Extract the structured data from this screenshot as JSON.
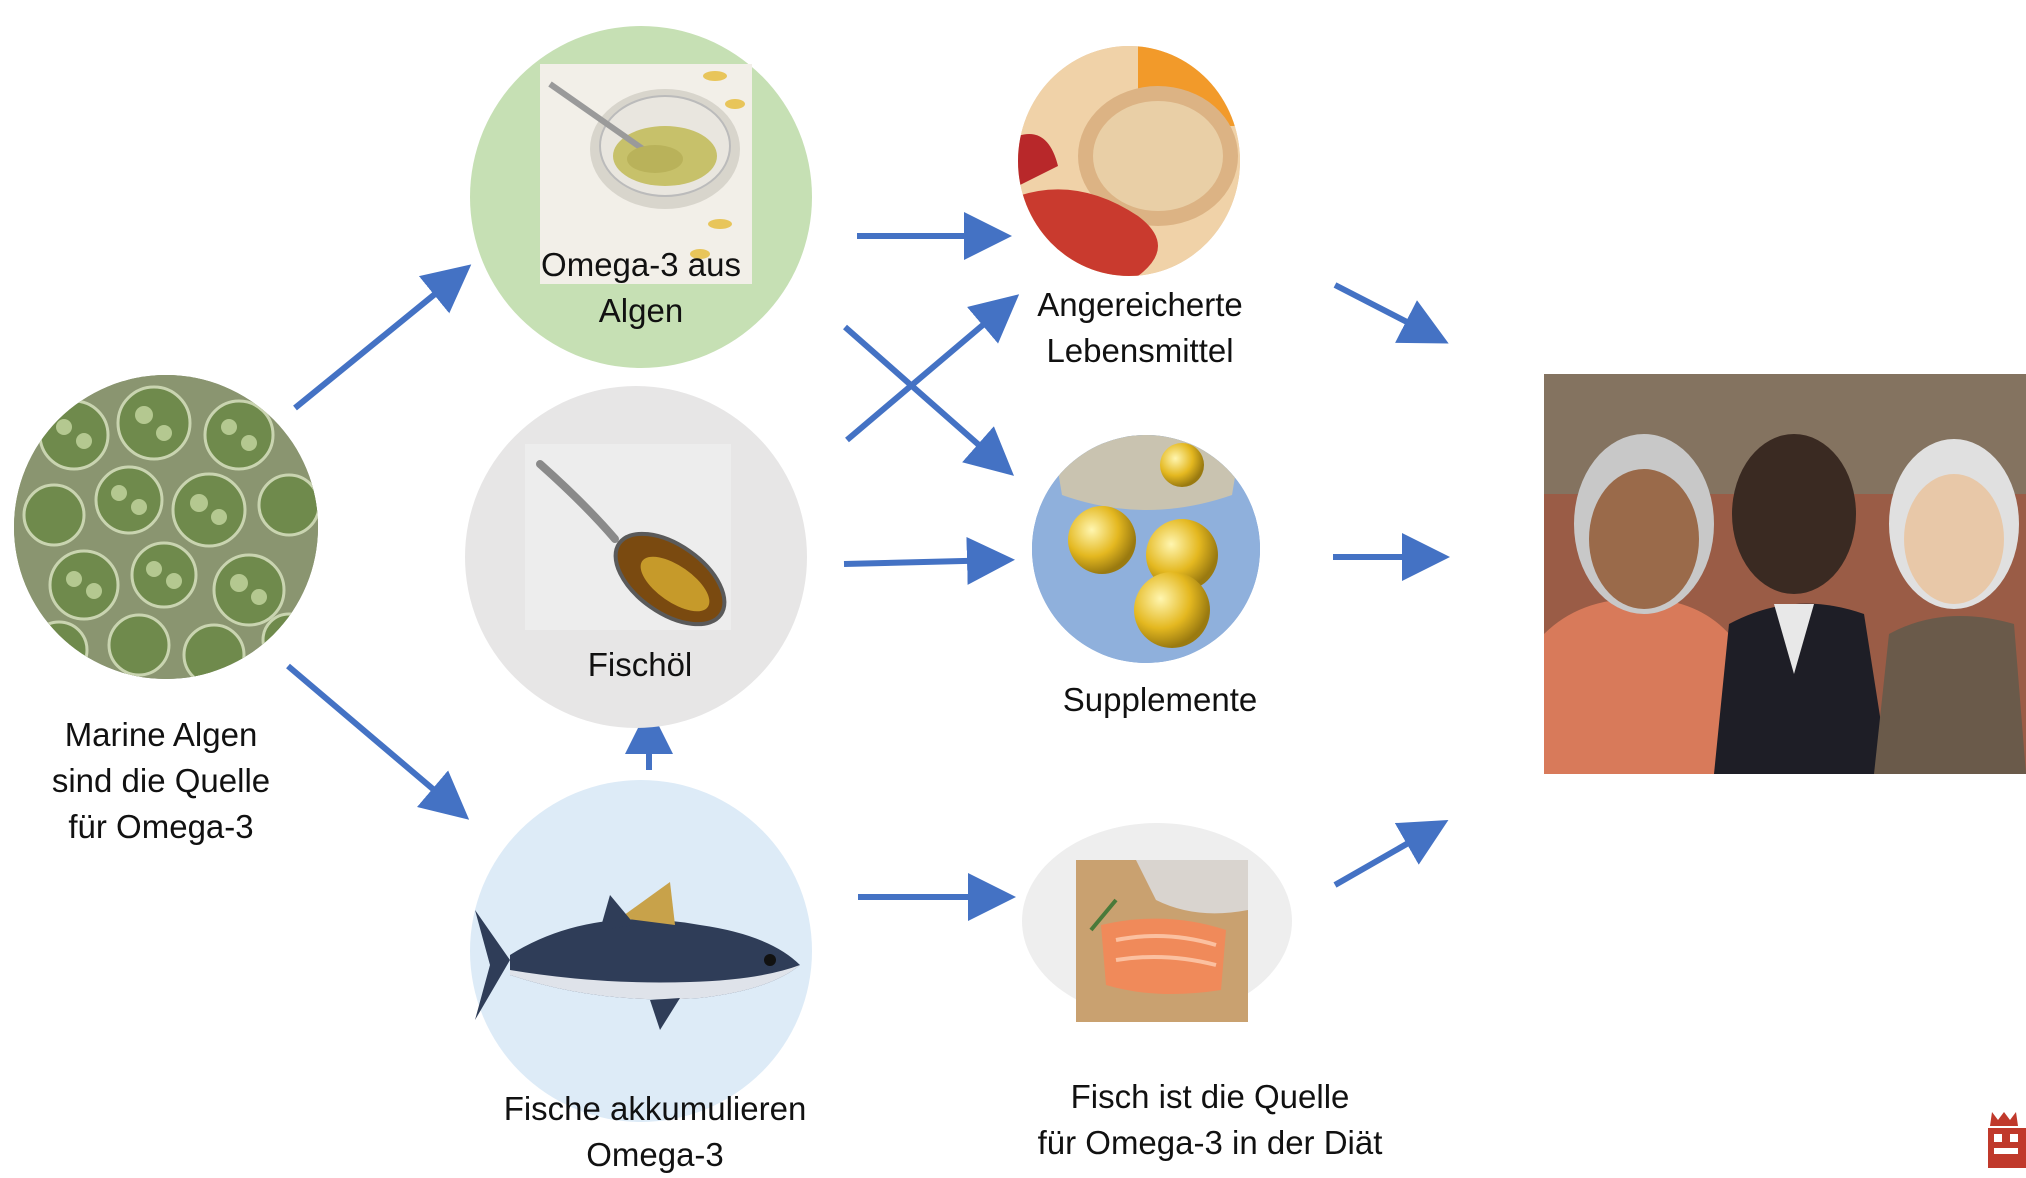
{
  "nodes": {
    "algae": {
      "label": "Marine Algen\nsind die Quelle\nfür Omega-3"
    },
    "algae_oil": {
      "label": "Omega-3 aus\nAlgen"
    },
    "fish_oil": {
      "label": "Fischöl"
    },
    "fish": {
      "label": "Fische akkumulieren\nOmega-3"
    },
    "fortified": {
      "label": "Angereicherte\nLebensmittel"
    },
    "supplements": {
      "label": "Supplemente"
    },
    "fish_diet": {
      "label": "Fisch ist die Quelle\nfür Omega-3 in der Diät"
    }
  },
  "colors": {
    "arrow": "#4472c4",
    "algae_oil_bg": "#c6e0b4",
    "fish_oil_bg": "#e7e6e6",
    "fish_bg": "#ddebf7",
    "fish_diet_bg": "#eeeeee"
  },
  "icons": {
    "algae": "algae-microscope-image",
    "algae_oil": "oil-bowl-spoon-image",
    "fish_oil": "spoon-fish-oil-image",
    "fish": "tuna-fish-image",
    "fortified": "bread-food-image",
    "supplements": "capsules-image",
    "fish_diet": "salmon-fillet-image",
    "people": "elderly-people-photo",
    "logo": "university-crest-logo"
  }
}
